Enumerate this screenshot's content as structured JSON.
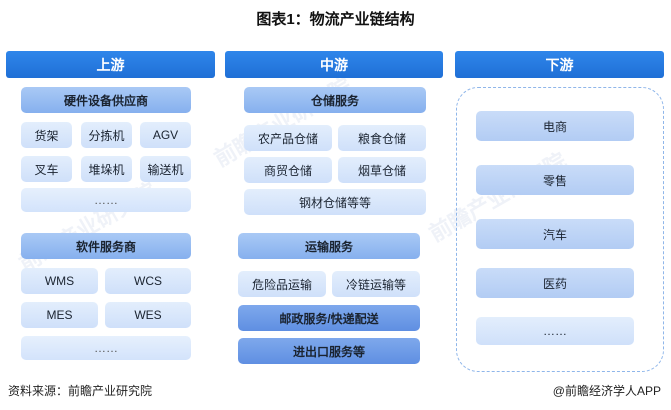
{
  "title": "图表1：物流产业链结构",
  "upstream": {
    "label": "上游",
    "hardware": {
      "header": "硬件设备供应商",
      "items": [
        "货架",
        "分拣机",
        "AGV",
        "叉车",
        "堆垛机",
        "输送机"
      ],
      "more": "……"
    },
    "software": {
      "header": "软件服务商",
      "items": [
        "WMS",
        "WCS",
        "MES",
        "WES"
      ],
      "more": "……"
    }
  },
  "midstream": {
    "label": "中游",
    "warehousing": {
      "header": "仓储服务",
      "items": [
        "农产品仓储",
        "粮食仓储",
        "商贸仓储",
        "烟草仓储",
        "钢材仓储等等"
      ]
    },
    "transport": {
      "header": "运输服务",
      "items": [
        "危险品运输",
        "冷链运输等",
        "邮政服务/快递配送",
        "进出口服务等"
      ]
    }
  },
  "downstream": {
    "label": "下游",
    "items": [
      "电商",
      "零售",
      "汽车",
      "医药",
      "……"
    ]
  },
  "footer": {
    "source": "资料来源：前瞻产业研究院",
    "brand": "@前瞻经济学人APP"
  },
  "watermark": "前瞻产业研究院",
  "colors": {
    "band": "#2878e0",
    "header": "#98bcf1",
    "cell": "#d9e7fb",
    "border": "#8fb6ea"
  }
}
